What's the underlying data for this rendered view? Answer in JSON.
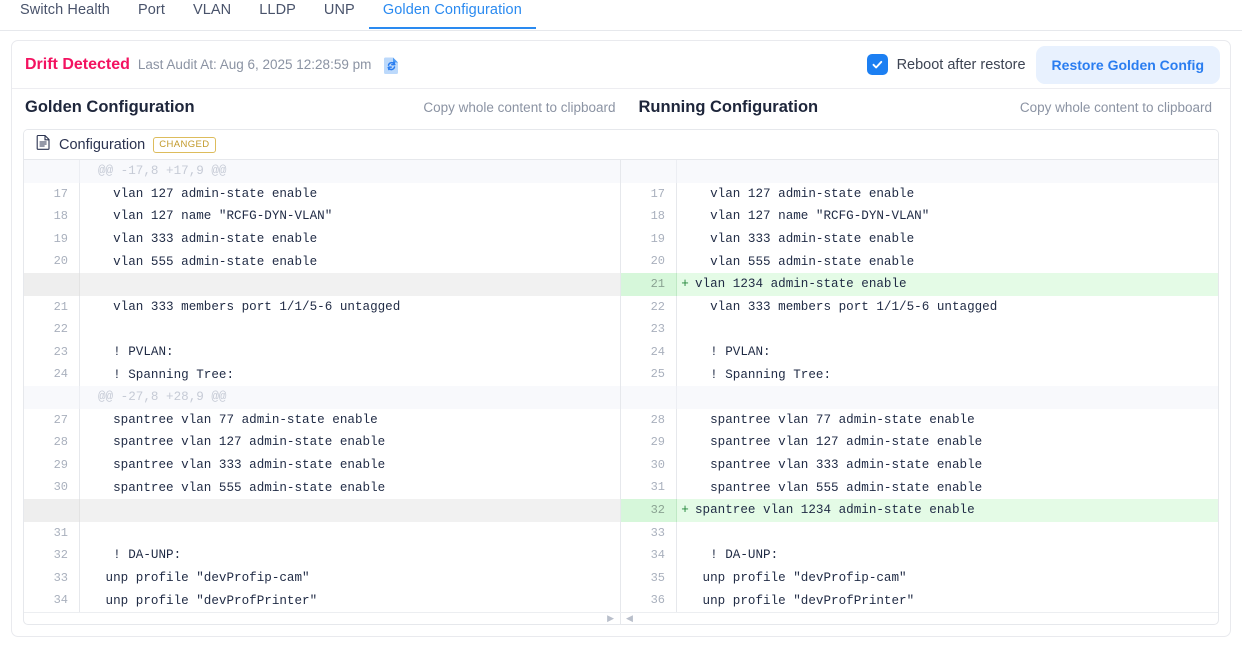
{
  "tabs": [
    {
      "label": "Switch Health",
      "active": false
    },
    {
      "label": "Port",
      "active": false
    },
    {
      "label": "VLAN",
      "active": false
    },
    {
      "label": "LLDP",
      "active": false
    },
    {
      "label": "UNP",
      "active": false
    },
    {
      "label": "Golden Configuration",
      "active": true
    }
  ],
  "header": {
    "drift_status": "Drift Detected",
    "last_audit": "Last Audit At: Aug 6, 2025 12:28:59 pm",
    "sync_icon": "document-sync-icon",
    "reboot_label": "Reboot after restore",
    "reboot_checked": true,
    "restore_button": "Restore Golden Config",
    "accent_color": "#2a7df0",
    "drift_color": "#f31260"
  },
  "panes": {
    "left_title": "Golden Configuration",
    "left_copy": "Copy whole content to clipboard",
    "right_title": "Running Configuration",
    "right_copy": "Copy whole content to clipboard"
  },
  "file": {
    "name": "Configuration",
    "badge": "CHANGED",
    "badge_color": "#c29a2b",
    "icon": "document-icon"
  },
  "diff": {
    "left_rows": [
      {
        "type": "hunk",
        "num": "",
        "sign": "",
        "text": "@@ -17,8 +17,9 @@"
      },
      {
        "type": "context",
        "num": "17",
        "sign": "",
        "text": "  vlan 127 admin-state enable"
      },
      {
        "type": "context",
        "num": "18",
        "sign": "",
        "text": "  vlan 127 name \"RCFG-DYN-VLAN\""
      },
      {
        "type": "context",
        "num": "19",
        "sign": "",
        "text": "  vlan 333 admin-state enable"
      },
      {
        "type": "context",
        "num": "20",
        "sign": "",
        "text": "  vlan 555 admin-state enable"
      },
      {
        "type": "empty",
        "num": "",
        "sign": "",
        "text": ""
      },
      {
        "type": "context",
        "num": "21",
        "sign": "",
        "text": "  vlan 333 members port 1/1/5-6 untagged"
      },
      {
        "type": "context",
        "num": "22",
        "sign": "",
        "text": ""
      },
      {
        "type": "context",
        "num": "23",
        "sign": "",
        "text": "  ! PVLAN:"
      },
      {
        "type": "context",
        "num": "24",
        "sign": "",
        "text": "  ! Spanning Tree:"
      },
      {
        "type": "hunk",
        "num": "",
        "sign": "",
        "text": "@@ -27,8 +28,9 @@"
      },
      {
        "type": "context",
        "num": "27",
        "sign": "",
        "text": "  spantree vlan 77 admin-state enable"
      },
      {
        "type": "context",
        "num": "28",
        "sign": "",
        "text": "  spantree vlan 127 admin-state enable"
      },
      {
        "type": "context",
        "num": "29",
        "sign": "",
        "text": "  spantree vlan 333 admin-state enable"
      },
      {
        "type": "context",
        "num": "30",
        "sign": "",
        "text": "  spantree vlan 555 admin-state enable"
      },
      {
        "type": "empty",
        "num": "",
        "sign": "",
        "text": ""
      },
      {
        "type": "context",
        "num": "31",
        "sign": "",
        "text": ""
      },
      {
        "type": "context",
        "num": "32",
        "sign": "",
        "text": "  ! DA-UNP:"
      },
      {
        "type": "context",
        "num": "33",
        "sign": "",
        "text": " unp profile \"devProfip-cam\""
      },
      {
        "type": "context",
        "num": "34",
        "sign": "",
        "text": " unp profile \"devProfPrinter\""
      }
    ],
    "right_rows": [
      {
        "type": "hunk",
        "num": "",
        "sign": "",
        "text": ""
      },
      {
        "type": "context",
        "num": "17",
        "sign": "",
        "text": "  vlan 127 admin-state enable"
      },
      {
        "type": "context",
        "num": "18",
        "sign": "",
        "text": "  vlan 127 name \"RCFG-DYN-VLAN\""
      },
      {
        "type": "context",
        "num": "19",
        "sign": "",
        "text": "  vlan 333 admin-state enable"
      },
      {
        "type": "context",
        "num": "20",
        "sign": "",
        "text": "  vlan 555 admin-state enable"
      },
      {
        "type": "added",
        "num": "21",
        "sign": "+",
        "text": "vlan 1234 admin-state enable"
      },
      {
        "type": "context",
        "num": "22",
        "sign": "",
        "text": "  vlan 333 members port 1/1/5-6 untagged"
      },
      {
        "type": "context",
        "num": "23",
        "sign": "",
        "text": ""
      },
      {
        "type": "context",
        "num": "24",
        "sign": "",
        "text": "  ! PVLAN:"
      },
      {
        "type": "context",
        "num": "25",
        "sign": "",
        "text": "  ! Spanning Tree:"
      },
      {
        "type": "hunk",
        "num": "",
        "sign": "",
        "text": ""
      },
      {
        "type": "context",
        "num": "28",
        "sign": "",
        "text": "  spantree vlan 77 admin-state enable"
      },
      {
        "type": "context",
        "num": "29",
        "sign": "",
        "text": "  spantree vlan 127 admin-state enable"
      },
      {
        "type": "context",
        "num": "30",
        "sign": "",
        "text": "  spantree vlan 333 admin-state enable"
      },
      {
        "type": "context",
        "num": "31",
        "sign": "",
        "text": "  spantree vlan 555 admin-state enable"
      },
      {
        "type": "added",
        "num": "32",
        "sign": "+",
        "text": "spantree vlan 1234 admin-state enable"
      },
      {
        "type": "context",
        "num": "33",
        "sign": "",
        "text": ""
      },
      {
        "type": "context",
        "num": "34",
        "sign": "",
        "text": "  ! DA-UNP:"
      },
      {
        "type": "context",
        "num": "35",
        "sign": "",
        "text": " unp profile \"devProfip-cam\""
      },
      {
        "type": "context",
        "num": "36",
        "sign": "",
        "text": " unp profile \"devProfPrinter\""
      }
    ],
    "added_bg": "#e4fbe6",
    "empty_bg": "#f1f1f1"
  },
  "scroll": {
    "left_arrow": "▶",
    "right_arrow": "◀"
  }
}
